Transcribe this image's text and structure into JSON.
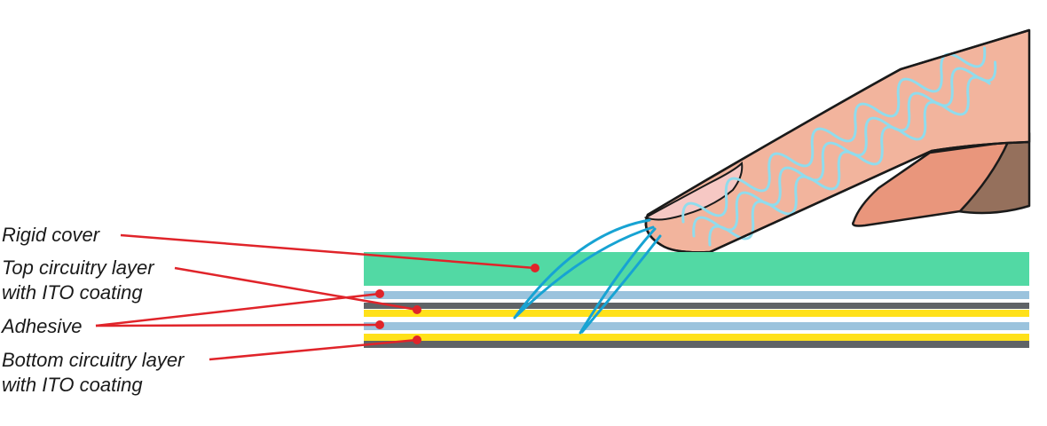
{
  "labels": {
    "rigid_cover": "Rigid cover",
    "top_layer_line1": "Top circuitry layer",
    "top_layer_line2": "with ITO coating",
    "adhesive": "Adhesive",
    "bottom_layer_line1": "Bottom circuitry layer",
    "bottom_layer_line2": "with ITO coating"
  },
  "colors": {
    "rigid_cover": "#52d9a4",
    "adhesive": "#9bc3dd",
    "circuitry_dark": "#5f6366",
    "ito_coating": "#ffe11a",
    "leader_line": "#e0242a",
    "field_lines": "#17a3d3",
    "skin": "#f2b49d",
    "skin_outline": "#1a1a1a",
    "nail": "#f6c8c4",
    "finger_lines": "#8fdced",
    "second_finger": "#e9967c",
    "third_finger": "#95705c"
  }
}
